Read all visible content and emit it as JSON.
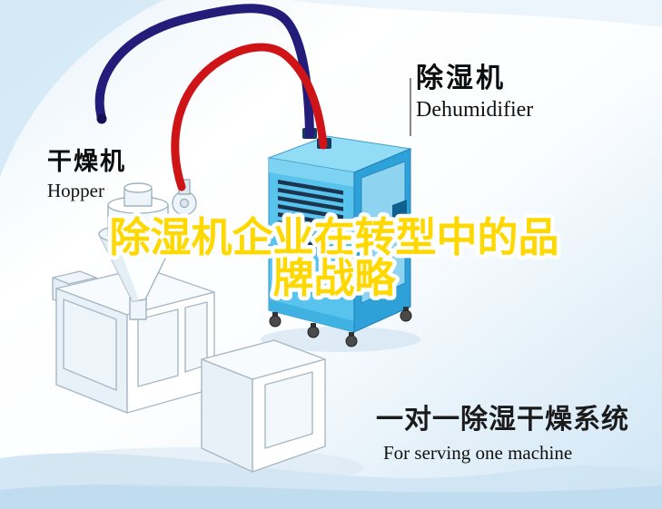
{
  "poster": {
    "title": {
      "line1": "除湿机企业在转型中的品",
      "line2": "牌战略"
    },
    "machine_labels": {
      "dehumidifier_zh": "除湿机",
      "dehumidifier_en": "Dehumidifier",
      "hopper_zh": "干燥机",
      "hopper_en": "Hopper"
    },
    "caption": {
      "zh": "一对一除湿干燥系统",
      "en": "For serving one machine"
    },
    "colors": {
      "title_fill": "#ffd800",
      "title_outline": "#ffffff",
      "hose_navy": "#231c78",
      "hose_red": "#cf1418",
      "machine_top": "#93dcf5",
      "machine_front": "#58c3ed",
      "machine_side": "#2ea2d8",
      "label_text": "#0d0d0d"
    }
  }
}
